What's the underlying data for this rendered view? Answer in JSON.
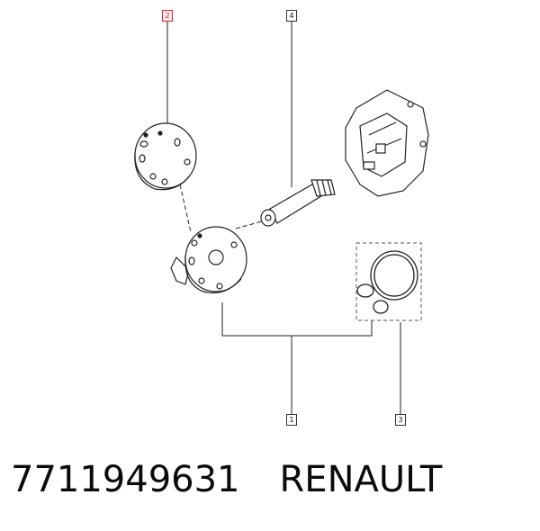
{
  "callouts": {
    "c1": "1",
    "c2": "2",
    "c3": "3",
    "c4": "4"
  },
  "caption": {
    "part_number": "7711949631",
    "brand": "RENAULT"
  },
  "colors": {
    "line": "#222222",
    "highlight": "#d9243a"
  }
}
